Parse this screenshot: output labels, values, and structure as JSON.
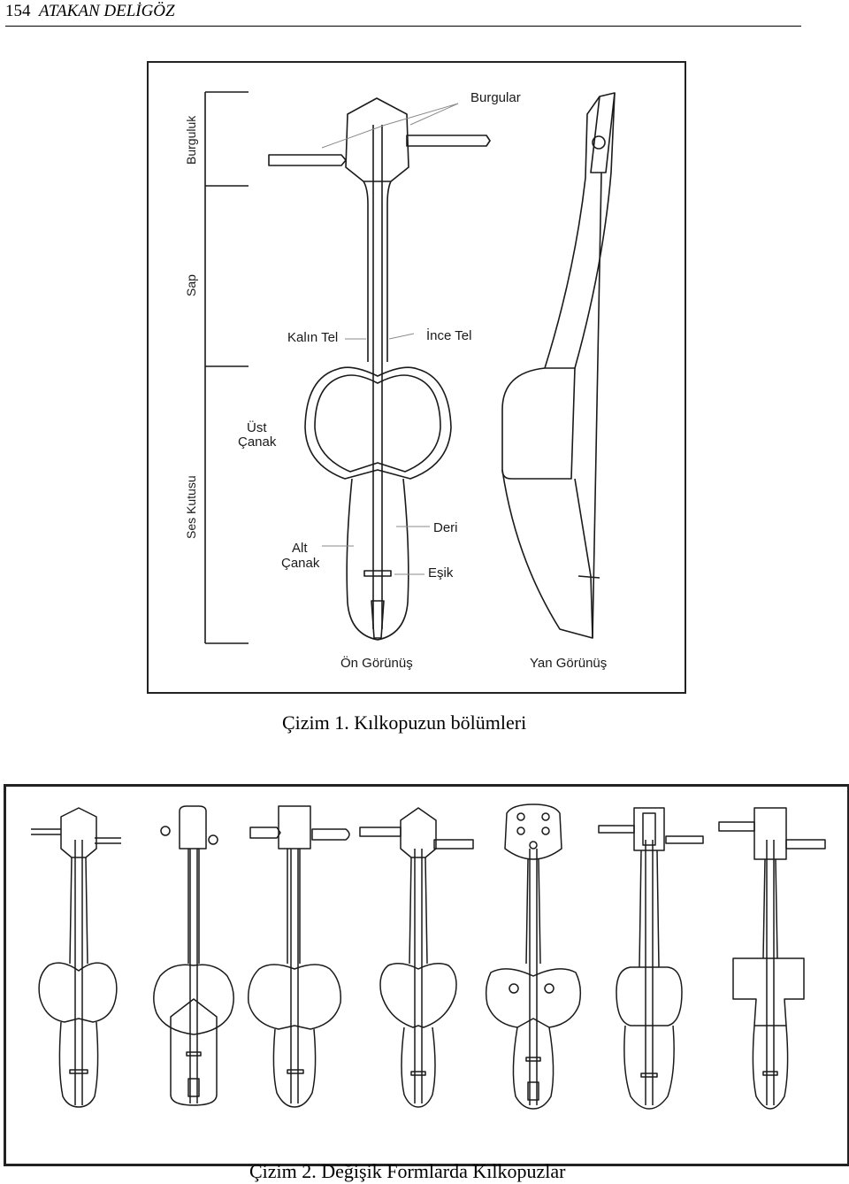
{
  "header": {
    "page_number": "154",
    "author": "ATAKAN DELİGÖZ"
  },
  "figure1": {
    "caption": "Çizim 1. Kılkopuzun bölümleri",
    "section_labels": {
      "burguluk": "Burguluk",
      "sap": "Sap",
      "ses_kutusu": "Ses Kutusu"
    },
    "part_labels": {
      "burgular": "Burgular",
      "kalin_tel": "Kalın Tel",
      "ince_tel": "İnce Tel",
      "ust": "Üst",
      "canak": "Çanak",
      "alt": "Alt",
      "deri": "Deri",
      "esik": "Eşik"
    },
    "view_labels": {
      "front": "Ön Görünüş",
      "side": "Yan Görünüş"
    }
  },
  "figure2": {
    "caption": "Çizim 2. Değişik Formlarda Kılkopuzlar",
    "instrument_count": 7
  },
  "colors": {
    "line": "#1a1a1a",
    "leader": "#8a8a8a",
    "frame": "#222222"
  }
}
